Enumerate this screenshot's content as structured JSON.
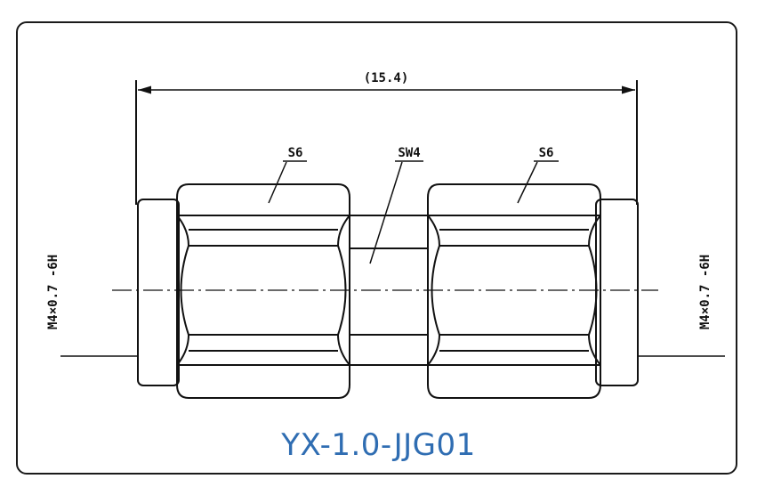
{
  "drawing": {
    "overall_dimension": "(15.4)",
    "left_hex_label": "S6",
    "center_hex_label": "SW4",
    "right_hex_label": "S6",
    "left_thread_label": "M4×0.7 -6H",
    "right_thread_label": "M4×0.7 -6H"
  },
  "model": {
    "name": "YX-1.0-JJG01",
    "color": "#2f6db2"
  }
}
